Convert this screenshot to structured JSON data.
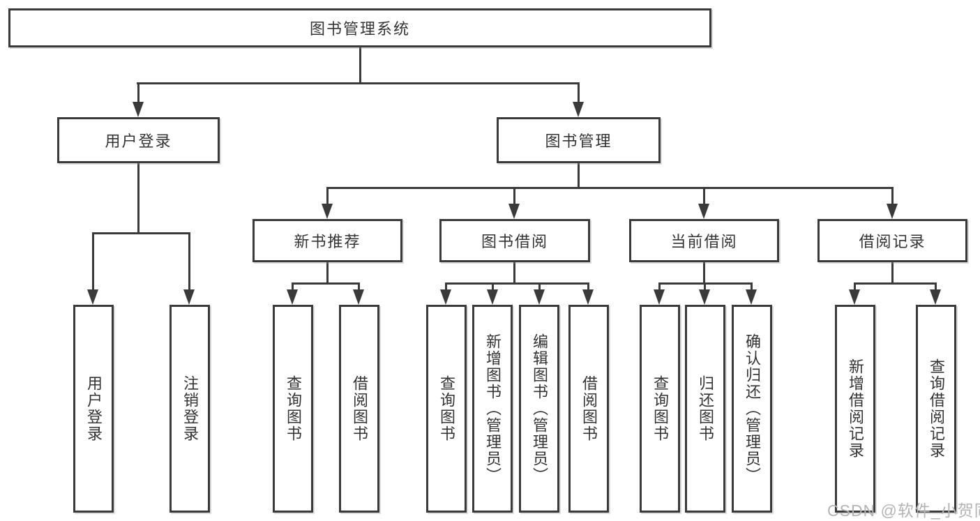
{
  "diagram": {
    "root": {
      "label": "图书管理系统"
    },
    "level2": [
      {
        "label": "用户登录"
      },
      {
        "label": "图书管理"
      }
    ],
    "level3": [
      {
        "label": "新书推荐"
      },
      {
        "label": "图书借阅"
      },
      {
        "label": "当前借阅"
      },
      {
        "label": "借阅记录"
      }
    ],
    "leaves": [
      {
        "label": "用户登录"
      },
      {
        "label": "注销登录"
      },
      {
        "label": "查询图书"
      },
      {
        "label": "借阅图书"
      },
      {
        "label": "查询图书"
      },
      {
        "label": "新增图书（管理员）"
      },
      {
        "label": "编辑图书（管理员）"
      },
      {
        "label": "借阅图书"
      },
      {
        "label": "查询图书"
      },
      {
        "label": "归还图书"
      },
      {
        "label": "确认归还（管理员）"
      },
      {
        "label": "新增借阅记录"
      },
      {
        "label": "查询借阅记录"
      }
    ]
  },
  "watermark": {
    "text": "CSDN @软件_小贺同学"
  },
  "colors": {
    "line": "#3a3a3a",
    "text": "#333333",
    "watermark": "#b3b3b3"
  }
}
